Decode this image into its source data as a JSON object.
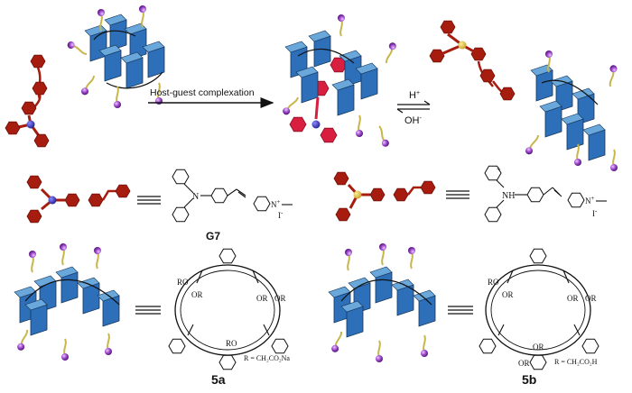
{
  "reaction": {
    "arrow_label": "Host-guest complexation",
    "acid": "H",
    "acid_charge": "+",
    "base": "OH",
    "base_charge": "-"
  },
  "compounds": {
    "g7_label": "G7",
    "g7_nitrogen": "N",
    "g7_anion": "I",
    "g7_anion_charge": "-",
    "g7_plus": "+",
    "protonated_nh": "NH",
    "protonated_plus": "+",
    "protonated_ring_n": "N",
    "protonated_anion": "I",
    "protonated_anion_charge": "-",
    "host_a_label": "5a",
    "host_a_r": "R = CH₂CO₂Na",
    "host_b_label": "5b",
    "host_b_r": "R = CH₂CO₂H",
    "substituent": "OR",
    "substituent_ro": "RO"
  },
  "colors": {
    "guest_red": "#a61c0f",
    "guest_bright": "#d81f3f",
    "guest_pink": "#d0204a",
    "host_blue": "#2d6fb8",
    "host_dark": "#16365c",
    "host_light": "#6aa8dc",
    "linker_yellow": "#c8b64a",
    "bead_purple": "#9a42c8",
    "core_blue": "#2a2ab0"
  }
}
